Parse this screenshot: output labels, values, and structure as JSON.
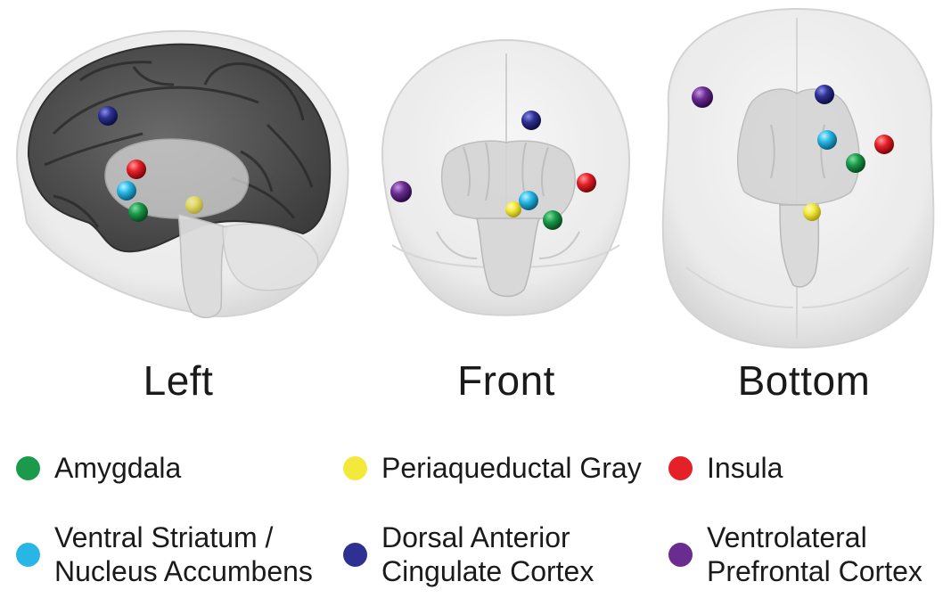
{
  "views": {
    "left": "Left",
    "front": "Front",
    "bottom": "Bottom"
  },
  "colors": {
    "amygdala": "#1a9a4a",
    "pag": "#f3e93a",
    "insula": "#e52027",
    "vs_nacc": "#27b6e6",
    "dacc": "#2e3192",
    "vlpfc": "#6a2c91"
  },
  "legend": [
    {
      "key": "amygdala",
      "label": "Amygdala"
    },
    {
      "key": "pag",
      "label": "Periaqueductal Gray"
    },
    {
      "key": "insula",
      "label": "Insula"
    },
    {
      "key": "vs_nacc",
      "label": "Ventral Striatum /\nNucleus Accumbens"
    },
    {
      "key": "dacc",
      "label": "Dorsal Anterior\nCingulate Cortex"
    },
    {
      "key": "vlpfc",
      "label": "Ventrolateral\nPrefrontal Cortex"
    }
  ]
}
